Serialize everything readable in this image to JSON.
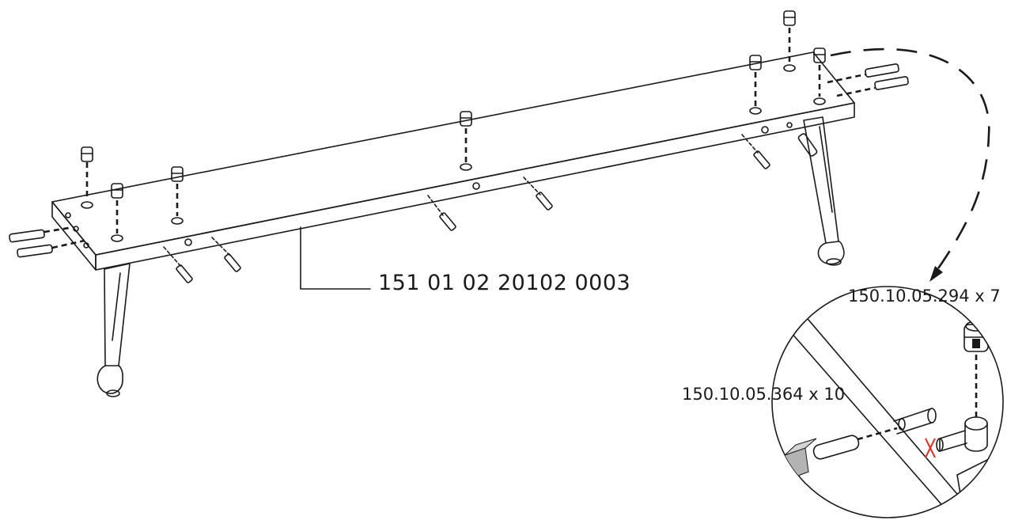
{
  "labels": {
    "panel_part_number": "151 01 02 20102 0003",
    "cam_fitting": "150.10.05.294 x 7",
    "dowel": "150.10.05.364 x 10"
  },
  "colors": {
    "line": "#1a1a1a",
    "warning_mark": "#e0302a",
    "block_fill": "#b3b3b3"
  },
  "icons": {
    "warning_mark": "x-mark-icon"
  }
}
